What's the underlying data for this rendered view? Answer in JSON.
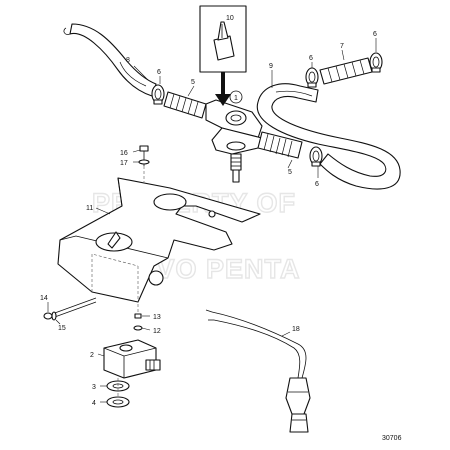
{
  "watermark": {
    "line1": "PROPERTY OF",
    "line2": "VOLVO PENTA"
  },
  "figure_number": "30706",
  "callouts": {
    "c1": "1",
    "c2": "2",
    "c3": "3",
    "c4": "4",
    "c5a": "5",
    "c5b": "5",
    "c6a": "6",
    "c6b": "6",
    "c6c": "6",
    "c6d": "6",
    "c7": "7",
    "c8": "8",
    "c9": "9",
    "c10": "10",
    "c11": "11",
    "c12": "12",
    "c13": "13",
    "c14": "14",
    "c15": "15",
    "c16": "16",
    "c17": "17",
    "c18": "18"
  }
}
